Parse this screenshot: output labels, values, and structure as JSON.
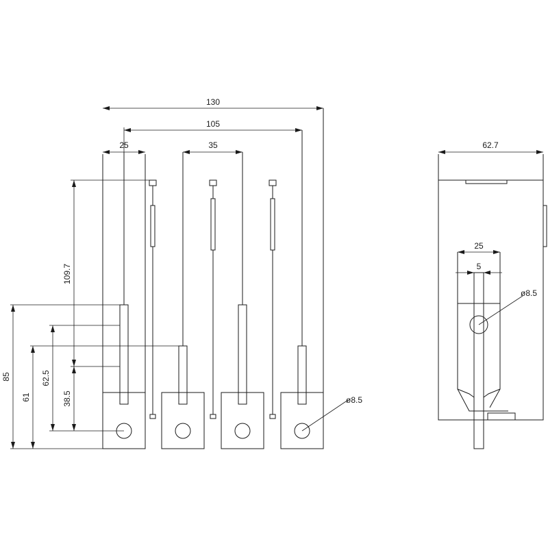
{
  "front_view": {
    "dimensions": {
      "overall_width": "130",
      "outer_pin_span": "105",
      "pin_pitch": "35",
      "first_pin_offset": "25",
      "height_total": "85",
      "height_mid": "61",
      "height_62": "62.5",
      "height_38": "38.5",
      "height_long": "109.7",
      "hole_diameter": "ø8.5"
    }
  },
  "side_view": {
    "dimensions": {
      "overall_width": "62.7",
      "tab_width": "25",
      "tab_thickness": "5",
      "hole_diameter": "ø8.5"
    }
  }
}
